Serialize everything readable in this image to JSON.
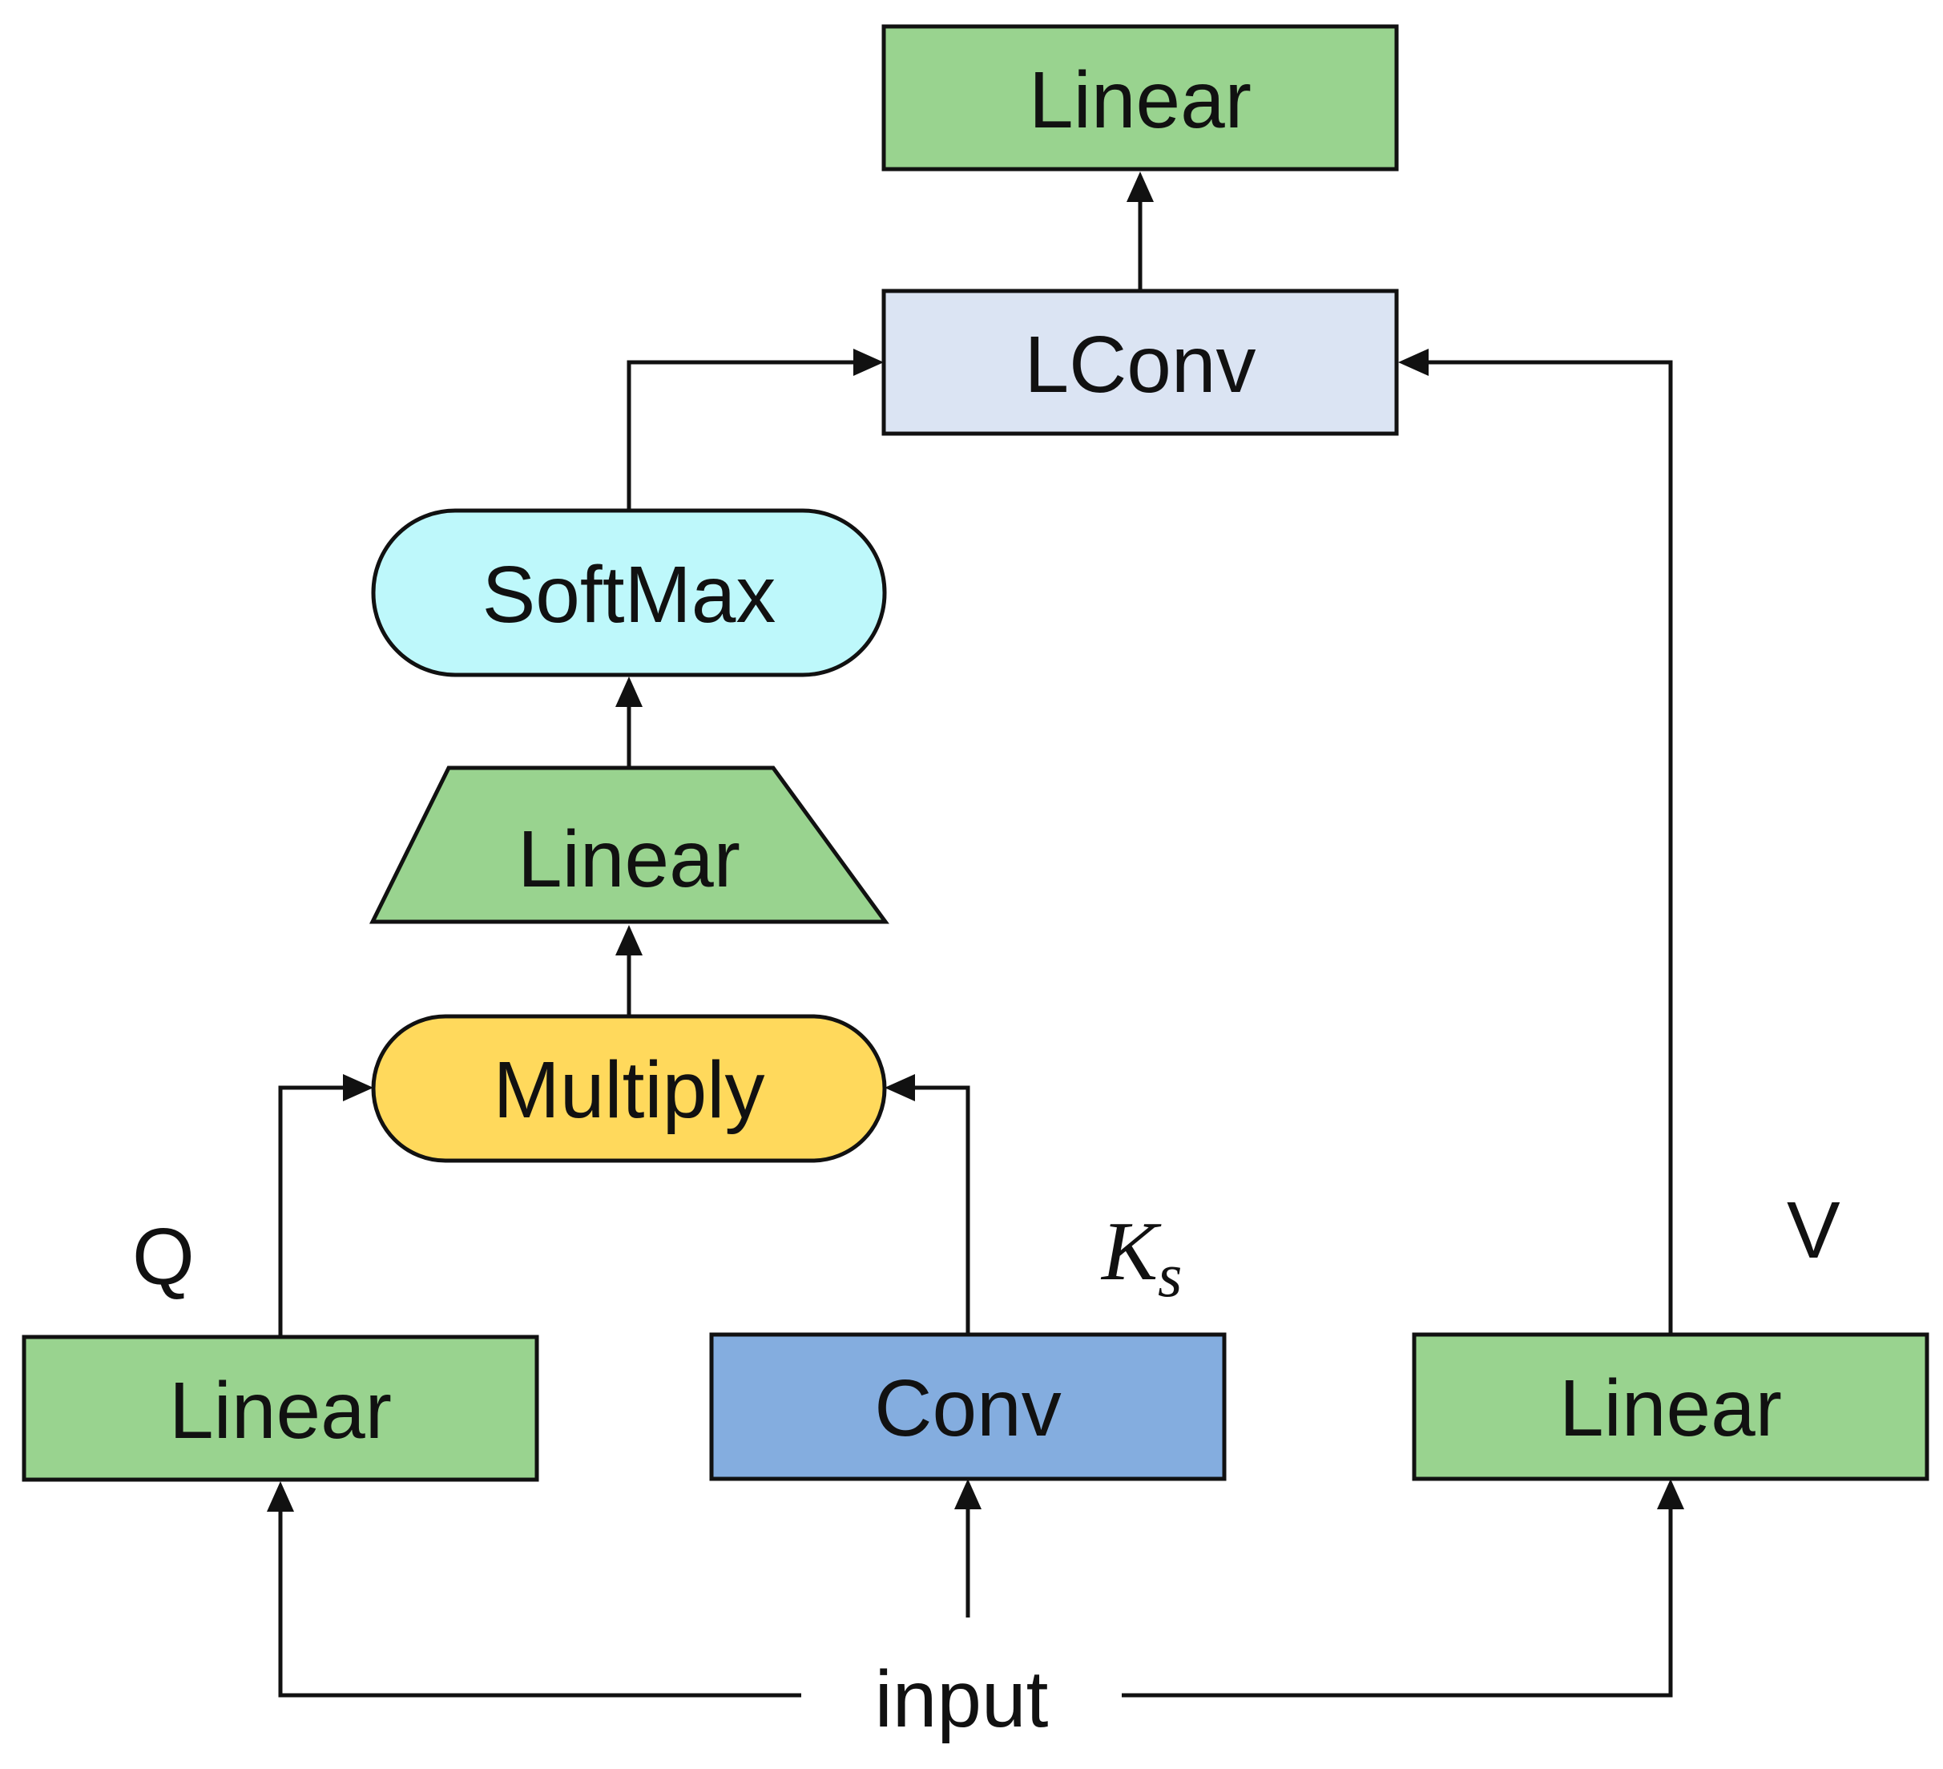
{
  "nodes": {
    "linear_top": {
      "label": "Linear",
      "color": "#99d38f"
    },
    "lconv": {
      "label": "LConv",
      "color": "#dbe4f3"
    },
    "softmax": {
      "label": "SoftMax",
      "color": "#bef8fb"
    },
    "linear_trap": {
      "label": "Linear",
      "color": "#99d38f"
    },
    "multiply": {
      "label": "Multiply",
      "color": "#ffd95c"
    },
    "linear_q": {
      "label": "Linear",
      "color": "#99d38f"
    },
    "conv": {
      "label": "Conv",
      "color": "#84addf"
    },
    "linear_v": {
      "label": "Linear",
      "color": "#99d38f"
    }
  },
  "labels": {
    "q": "Q",
    "ks_main": "K",
    "ks_sub": "s",
    "v": "V",
    "input": "input"
  },
  "edges": [
    {
      "from": "input",
      "to": "linear_q"
    },
    {
      "from": "input",
      "to": "conv"
    },
    {
      "from": "input",
      "to": "linear_v"
    },
    {
      "from": "linear_q",
      "to": "multiply"
    },
    {
      "from": "conv",
      "to": "multiply"
    },
    {
      "from": "multiply",
      "to": "linear_trap"
    },
    {
      "from": "linear_trap",
      "to": "softmax"
    },
    {
      "from": "softmax",
      "to": "lconv"
    },
    {
      "from": "linear_v",
      "to": "lconv"
    },
    {
      "from": "lconv",
      "to": "linear_top"
    }
  ]
}
